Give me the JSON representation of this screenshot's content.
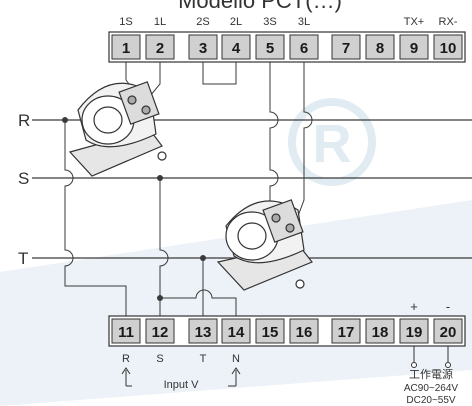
{
  "title": "Modello PCT(…)",
  "top_terminal_labels": [
    "1S",
    "1L",
    "2S",
    "2L",
    "3S",
    "3L",
    "TX+",
    "RX-"
  ],
  "top_terminals": [
    "1",
    "2",
    "3",
    "4",
    "5",
    "6",
    "7",
    "8",
    "9",
    "10"
  ],
  "bottom_terminals": [
    "11",
    "12",
    "13",
    "14",
    "15",
    "16",
    "17",
    "18",
    "19",
    "20"
  ],
  "phase_labels": [
    "R",
    "S",
    "T"
  ],
  "input_labels": [
    "R",
    "S",
    "T",
    "N"
  ],
  "input_caption": "Input V",
  "power_polarity": [
    "+",
    "-"
  ],
  "power_caption": "工作電源",
  "power_ac": "AC90~264V",
  "power_dc": "DC20~55V",
  "colors": {
    "terminal_fill": "#d0d0d0",
    "line": "#3a3a3a",
    "band": "#dfe9f1",
    "watermark": "#c8dbe8"
  }
}
